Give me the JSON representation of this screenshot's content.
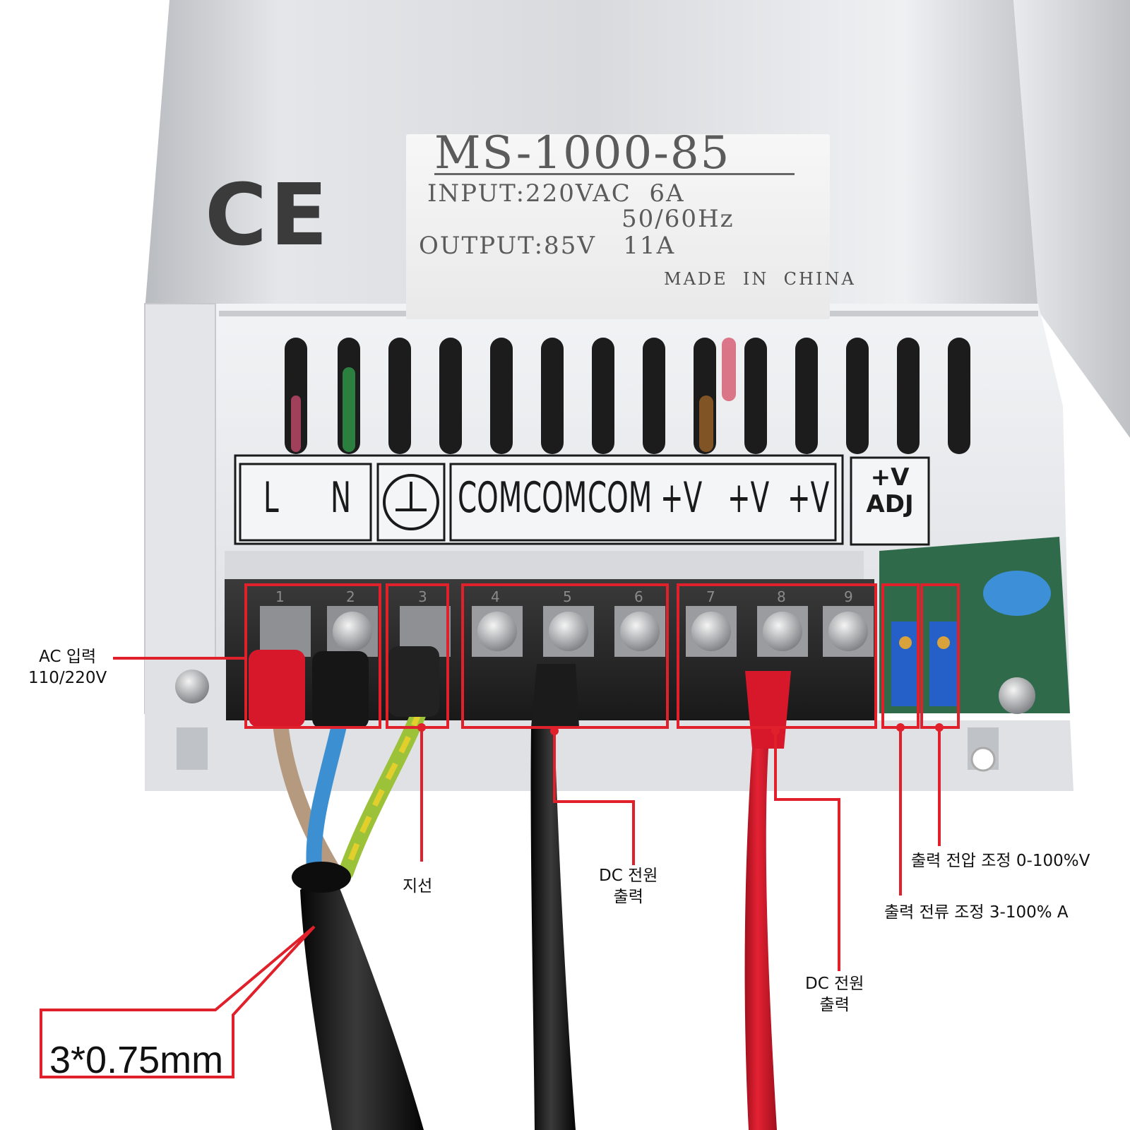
{
  "product_label": {
    "model": "MS-1000-85",
    "input": "INPUT:220VAC  6A",
    "frequency": "50/60Hz",
    "output": "OUTPUT:85V   11A",
    "origin": "MADE  IN  CHINA",
    "certification_mark": "CE"
  },
  "terminal_header": {
    "line_label": "L",
    "neutral_label": "N",
    "com_labels": [
      "COM",
      "COM",
      "COM"
    ],
    "vplus_labels": [
      "+V",
      "+V",
      "+V"
    ],
    "adj_label_top": "+V",
    "adj_label_bottom": "ADJ"
  },
  "terminal_numbers": [
    "1",
    "2",
    "3",
    "4",
    "5",
    "6",
    "7",
    "8",
    "9"
  ],
  "annotations": {
    "ac_input": "AC 입력\n110/220V",
    "ground": "지선",
    "dc_output_negative": "DC 전원\n출력",
    "dc_output_positive": "DC 전원\n출력",
    "voltage_adjust": "출력 전압 조정 0-100%V",
    "current_adjust": "출력 전류 조정 3-100% A",
    "wire_size": "3*0.75mm"
  },
  "colors": {
    "annotation_red": "#e0202a",
    "case_silver": "#d4d6da",
    "terminal_block": "#2a2a2a",
    "wire_brown": "#b69a80",
    "wire_blue": "#3c8fd0",
    "wire_green_yellow": "#9cc23a",
    "cable_black": "#151515",
    "cable_red": "#d7182a",
    "pcb_green": "#2f6b4a"
  }
}
